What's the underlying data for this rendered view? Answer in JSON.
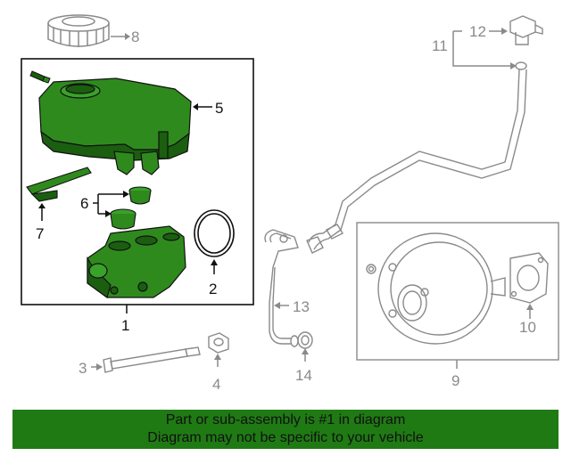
{
  "diagram": {
    "callouts": [
      {
        "id": "1",
        "label": "1",
        "highlighted": true
      },
      {
        "id": "2",
        "label": "2",
        "highlighted": true
      },
      {
        "id": "3",
        "label": "3",
        "highlighted": false
      },
      {
        "id": "4",
        "label": "4",
        "highlighted": false
      },
      {
        "id": "5",
        "label": "5",
        "highlighted": true
      },
      {
        "id": "6",
        "label": "6",
        "highlighted": true
      },
      {
        "id": "7",
        "label": "7",
        "highlighted": true
      },
      {
        "id": "8",
        "label": "8",
        "highlighted": false
      },
      {
        "id": "9",
        "label": "9",
        "highlighted": false
      },
      {
        "id": "10",
        "label": "10",
        "highlighted": false
      },
      {
        "id": "11",
        "label": "11",
        "highlighted": false
      },
      {
        "id": "12",
        "label": "12",
        "highlighted": false
      },
      {
        "id": "13",
        "label": "13",
        "highlighted": false
      },
      {
        "id": "14",
        "label": "14",
        "highlighted": false
      }
    ],
    "colors": {
      "highlight_part": "#2f8a1e",
      "highlight_part_dark": "#1b5e10",
      "outline_gray": "#8a8a8a",
      "outline_dark": "#111111"
    }
  },
  "footer": {
    "line1": "Part or sub-assembly is #1 in diagram",
    "line2": "Diagram may not be specific to your vehicle",
    "background": "#1f7a14"
  }
}
